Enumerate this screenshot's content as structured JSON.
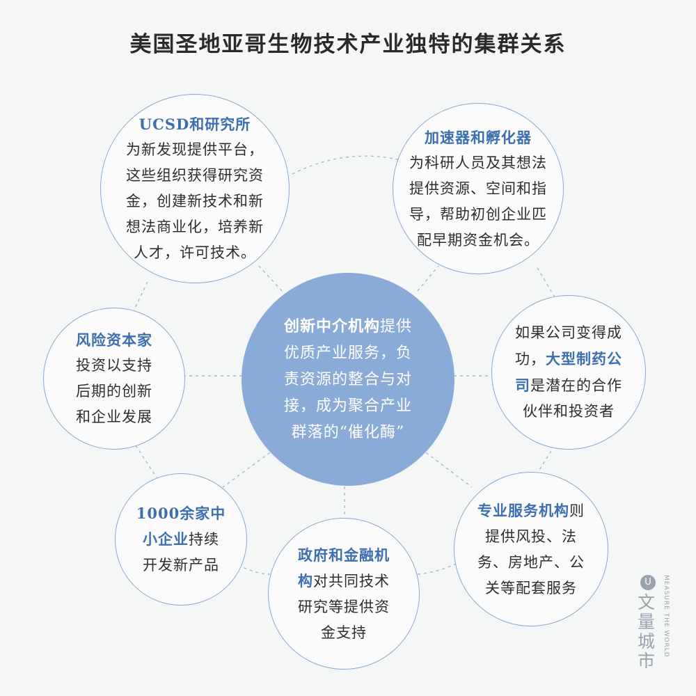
{
  "title": "美国圣地亚哥生物技术产业独特的集群关系",
  "nodes": {
    "center": {
      "highlight": "创新中介机构",
      "line1_rest": "提供",
      "line2": "优质产业服务，负",
      "line3": "责资源的整合与对",
      "line4": "接，成为聚合产业",
      "line5": "群落的“催化酶”"
    },
    "ucsd": {
      "heading": "UCSD和研究所",
      "line1": "为新发现提供平台，",
      "line2": "这些组织获得研究资",
      "line3": "金，创建新技术和新",
      "line4": "想法商业化，培养新",
      "line5": "人才，许可技术。"
    },
    "accelerator": {
      "heading": "加速器和孵化器",
      "line1": "为科研人员及其想法",
      "line2": "提供资源、空间和指",
      "line3": "导，帮助初创企业匹",
      "line4": "配早期资金机会。"
    },
    "vc": {
      "heading": "风险资本家",
      "line1": "投资以支持",
      "line2": "后期的创新",
      "line3": "和企业发展"
    },
    "pharma": {
      "line1": "如果公司变得成",
      "line2_pre": "功，",
      "highlight_a": "大型制药公",
      "highlight_b": "司",
      "line3_rest": "是潜在的合作",
      "line4": "伙伴和投资者"
    },
    "sme": {
      "highlight_a": "1000余家中",
      "highlight_b": "小企业",
      "line2_rest": "持续",
      "line3": "开发新产品"
    },
    "service": {
      "highlight": "专业服务机构",
      "line1_rest": "则",
      "line2": "提供风投、法",
      "line3": "务、房地产、公",
      "line4": "关等配套服务"
    },
    "gov": {
      "highlight_a": "政府和金融机",
      "highlight_b": "构",
      "line2_rest": "对共同技术",
      "line3": "研究等提供资",
      "line4": "金支持"
    }
  },
  "logo": {
    "mark": "U",
    "cn": "文量城市",
    "en": "MEASURE THE WORLD"
  }
}
